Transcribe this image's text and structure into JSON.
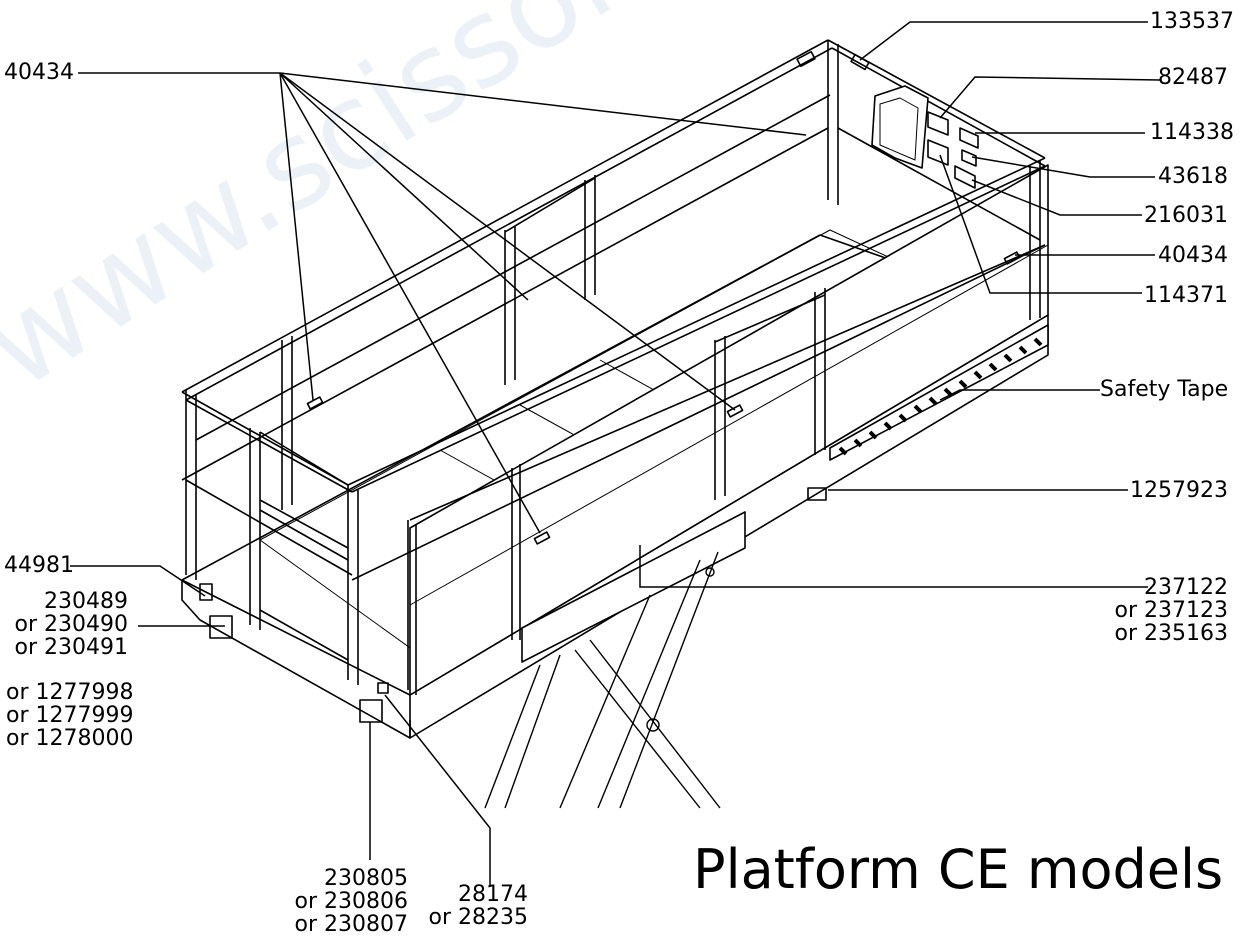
{
  "title": "Platform CE models",
  "watermark": "www.scissor-lift-manual.com",
  "labels": {
    "l133537": "133537",
    "l82487": "82487",
    "l114338": "114338",
    "l43618": "43618",
    "l216031": "216031",
    "l40434_right": "40434",
    "l114371": "114371",
    "safety_tape": "Safety Tape",
    "l1257923": "1257923",
    "l237122": [
      "237122",
      "or 237123",
      "or 235163"
    ],
    "l40434_left": "40434",
    "l44981": "44981",
    "l230489": [
      "230489",
      "or 230490",
      "or 230491"
    ],
    "l1277998": [
      "or 1277998",
      "or 1277999",
      "or 1278000"
    ],
    "l230805": [
      "230805",
      "or 230806",
      "or 230807"
    ],
    "l28174": [
      "28174",
      "or 28235"
    ]
  }
}
